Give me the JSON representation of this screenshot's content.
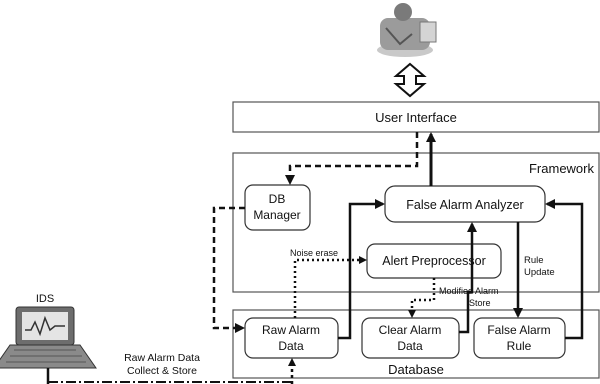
{
  "boxes": {
    "user_interface": "User Interface",
    "framework": "Framework",
    "db_manager": [
      "DB",
      "Manager"
    ],
    "false_alarm_analyzer": "False Alarm Analyzer",
    "alert_preprocessor": "Alert Preprocessor",
    "raw_alarm_data": [
      "Raw Alarm",
      "Data"
    ],
    "clear_alarm_data": [
      "Clear Alarm",
      "Data"
    ],
    "false_alarm_rule": [
      "False Alarm",
      "Rule"
    ],
    "database": "Database",
    "ids": "IDS"
  },
  "annotations": {
    "noise_erase": "Noise erase",
    "rule_update": [
      "Rule",
      "Update"
    ],
    "modified_alarm_store": [
      "Modified Alarm",
      "Store"
    ],
    "raw_alarm_collect": [
      "Raw Alarm Data",
      "Collect & Store"
    ]
  },
  "icons": {
    "user": "person-at-computer-icon",
    "ids": "laptop-monitor-icon",
    "updown": "bidirectional-arrow-icon"
  }
}
